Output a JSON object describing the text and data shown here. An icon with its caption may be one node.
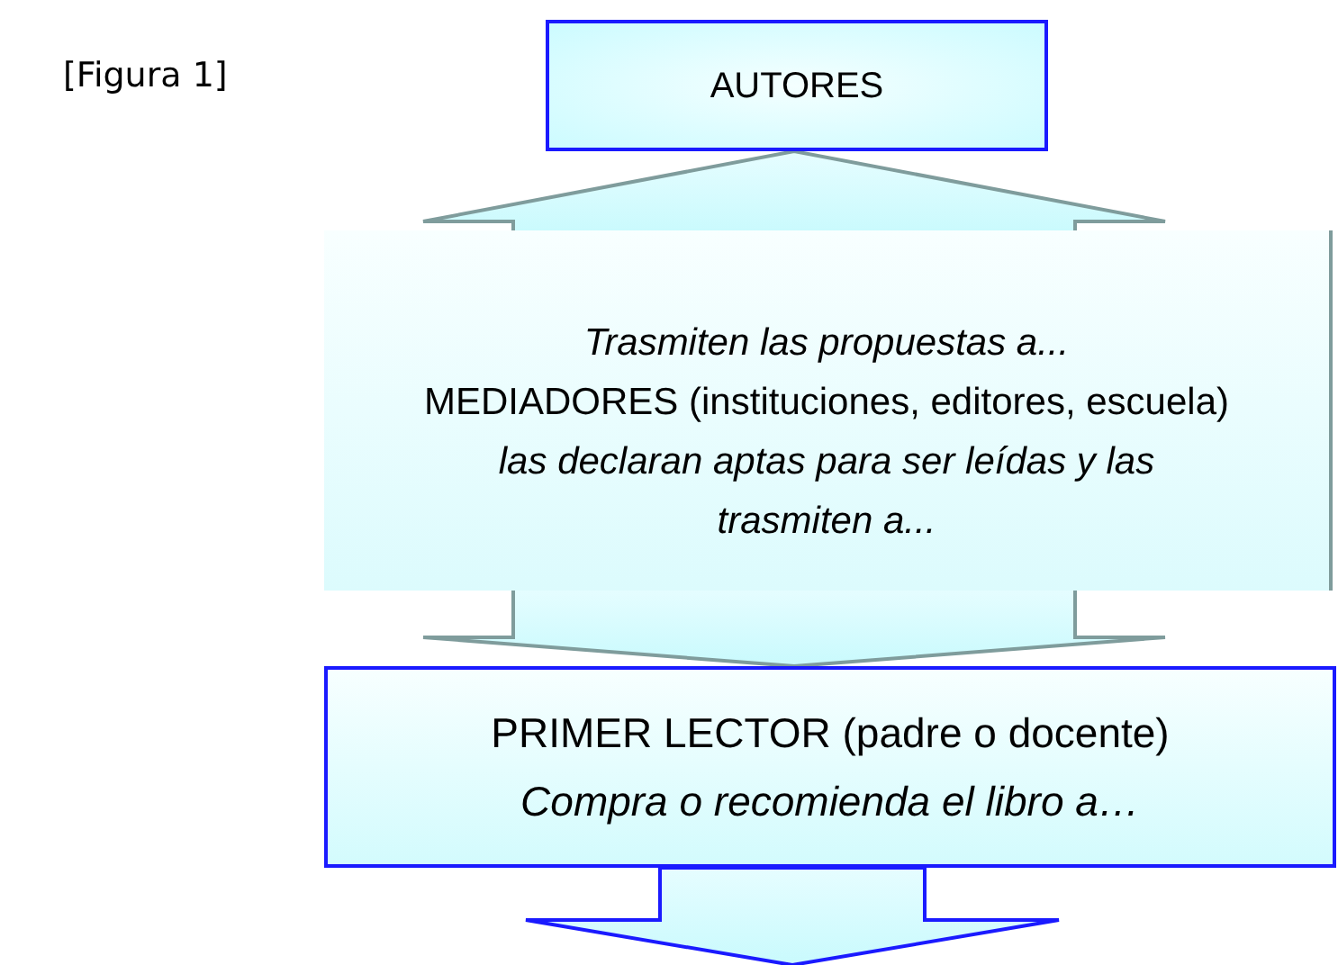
{
  "diagram": {
    "nodes": [
      {
        "text": [
          "AUTORES"
        ]
      },
      {
        "text": [
          "*Trasmiten las propuestas a...*",
          "MEDIADORES (instituciones, editores, escuela)",
          "*las declaran aptas para ser leídas y las trasmiten a...*"
        ]
      },
      {
        "text": [
          "PRIMER LECTOR (padre o docente)",
          "*Compra o recomienda el libro a…*"
        ]
      }
    ],
    "edges": [
      {
        "from": 1,
        "to": 0,
        "arrow": "to"
      },
      {
        "from": 1,
        "to": 2,
        "arrow": "to"
      },
      {
        "from": 2,
        "to": null,
        "arrow": "to"
      }
    ],
    "labels": [
      "[Figura 1]"
    ]
  }
}
